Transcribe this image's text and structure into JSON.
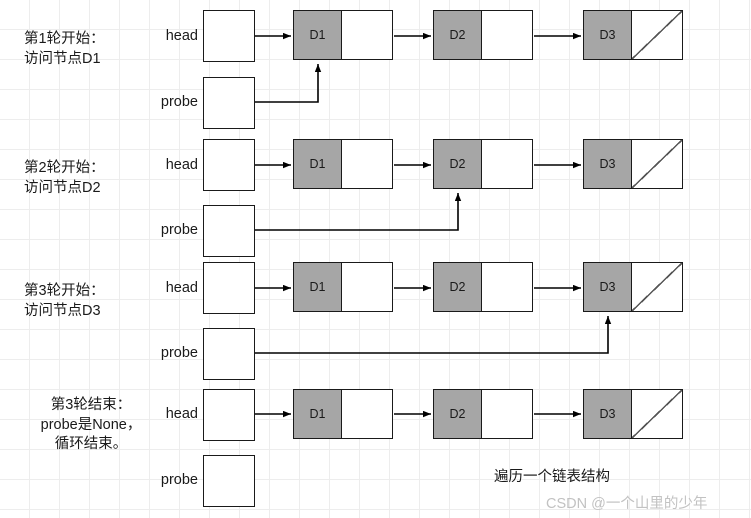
{
  "diagram": {
    "title_note": "遍历一个链表结构",
    "watermark": "CSDN @一个山里的少年",
    "colors": {
      "node_data_fill": "#a6a6a6",
      "node_border": "#1a1a1a",
      "grid_line": "#ededed",
      "arrow": "#000000",
      "watermark_text": "#c2c2c2"
    },
    "pointer_labels": {
      "head": "head",
      "probe": "probe"
    },
    "node_values": {
      "d1": "D1",
      "d2": "D2",
      "d3": "D3"
    },
    "rows": [
      {
        "id": "row-1",
        "caption_lines": [
          "第1轮开始：",
          "访问节点D1"
        ],
        "head_label": "head",
        "probe_label": "probe",
        "probe_target": "D1",
        "nodes": [
          "D1",
          "D2",
          "D3"
        ]
      },
      {
        "id": "row-2",
        "caption_lines": [
          "第2轮开始：",
          "访问节点D2"
        ],
        "head_label": "head",
        "probe_label": "probe",
        "probe_target": "D2",
        "nodes": [
          "D1",
          "D2",
          "D3"
        ]
      },
      {
        "id": "row-3",
        "caption_lines": [
          "第3轮开始：",
          "访问节点D3"
        ],
        "head_label": "head",
        "probe_label": "probe",
        "probe_target": "D3",
        "nodes": [
          "D1",
          "D2",
          "D3"
        ]
      },
      {
        "id": "row-4",
        "caption_lines": [
          "第3轮结束：",
          "probe是None，",
          "循环结束。"
        ],
        "head_label": "head",
        "probe_label": "probe",
        "probe_target": "None",
        "nodes": [
          "D1",
          "D2",
          "D3"
        ]
      }
    ]
  }
}
